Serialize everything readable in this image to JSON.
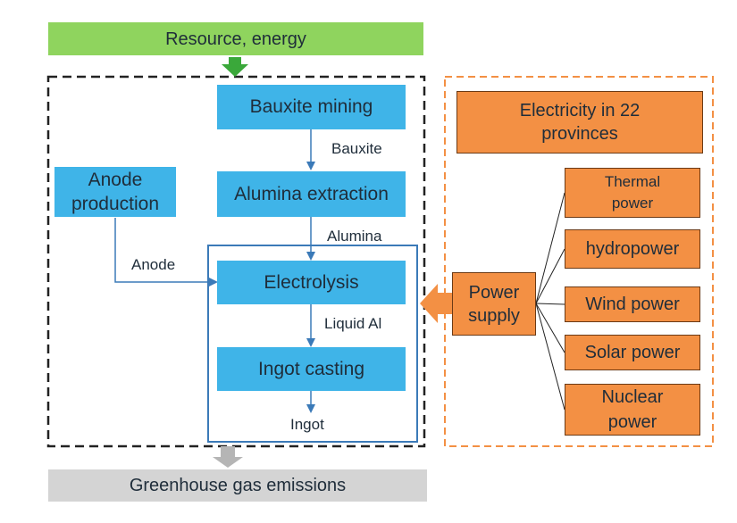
{
  "top_banner": "Resource, energy",
  "bottom_banner": "Greenhouse gas emissions",
  "process": {
    "bauxite_mining": "Bauxite mining",
    "alumina_extraction": "Alumina extraction",
    "anode_production": "Anode\nproduction",
    "electrolysis": "Electrolysis",
    "ingot_casting": "Ingot casting"
  },
  "flow_labels": {
    "bauxite": "Bauxite",
    "alumina": "Alumina",
    "anode": "Anode",
    "liquid_al": "Liquid Al",
    "ingot": "Ingot"
  },
  "power": {
    "electricity": "Electricity in 22\nprovinces",
    "supply": "Power\nsupply",
    "sources": [
      "Thermal\npower",
      "hydropower",
      "Wind power",
      "Solar power",
      "Nuclear\npower"
    ]
  },
  "colors": {
    "green": "#8fd45e",
    "blue": "#3fb4e8",
    "orange": "#f39044",
    "gray": "#d4d4d4",
    "arrow_blue": "#3b7ab8"
  }
}
